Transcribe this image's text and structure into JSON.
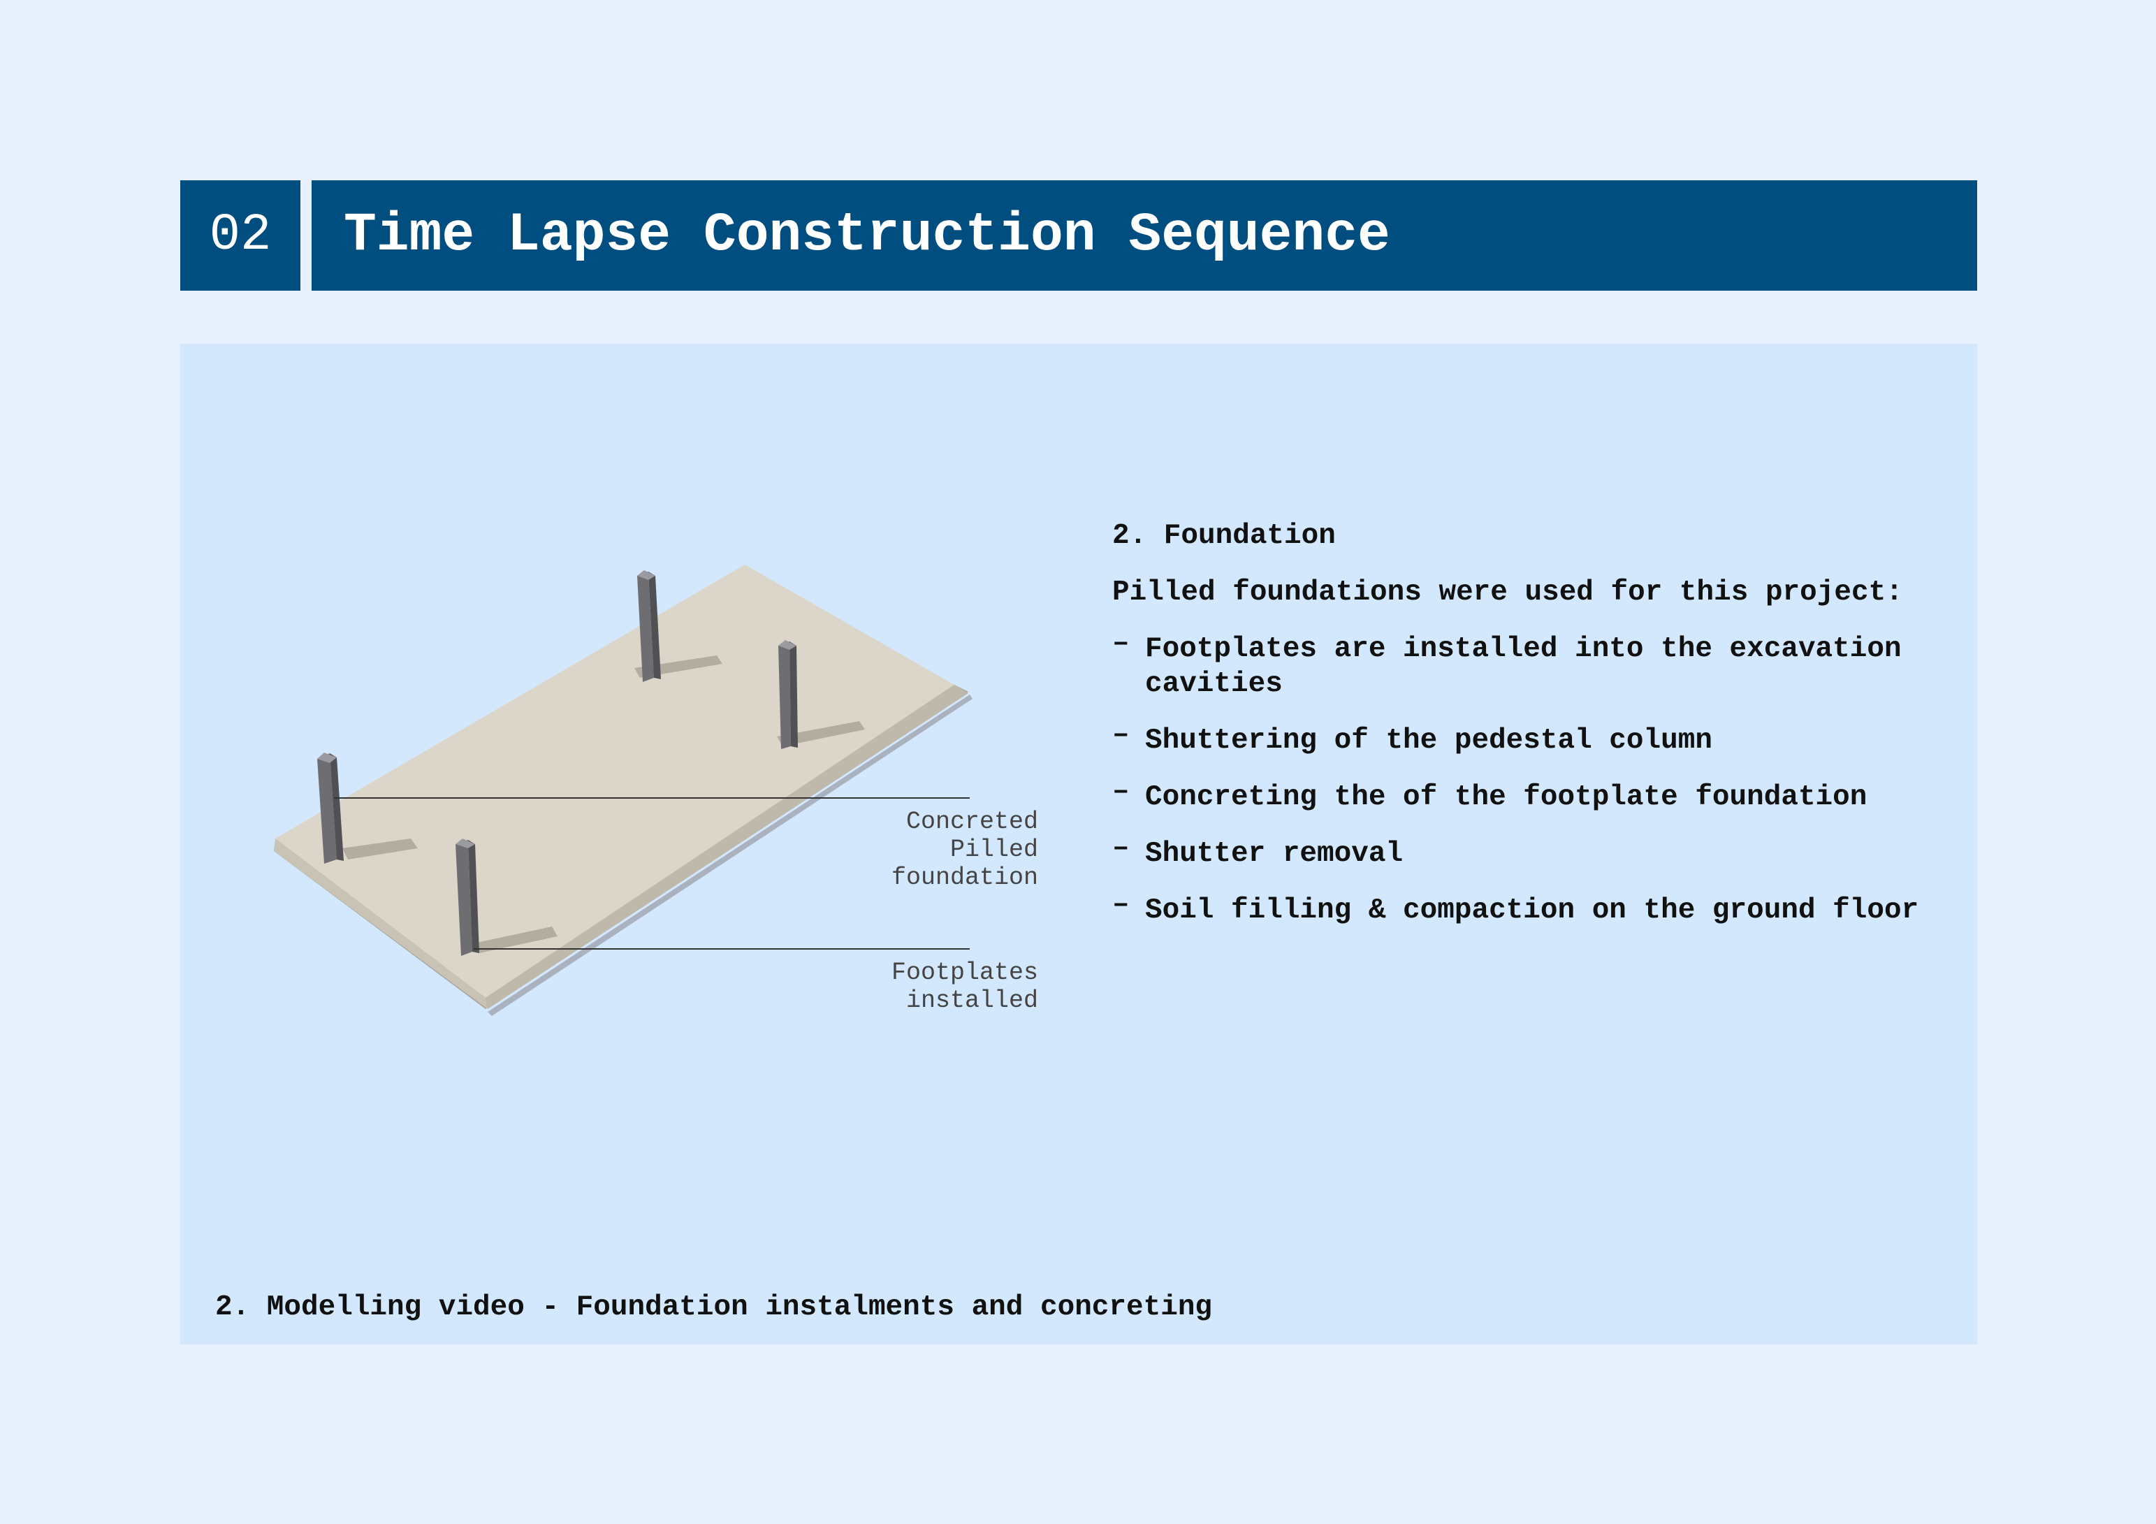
{
  "header": {
    "number": "02",
    "title": "Time Lapse Construction Sequence"
  },
  "content": {
    "heading": "2. Foundation",
    "intro": "Pilled foundations were used for this project:",
    "bullet_marker": "–",
    "bullets": [
      "Footplates are installed into the excavation cavities",
      "Shuttering of the pedestal column",
      "Concreting the of the footplate foundation",
      "Shutter removal",
      "Soil filling & compaction on the ground floor"
    ]
  },
  "illustration": {
    "callouts": [
      "Concreted\nPilled\nfoundation",
      "Footplates\ninstalled"
    ]
  },
  "caption": "2. Modelling video - Foundation instalments and concreting",
  "colors": {
    "page_background": "#e8f0fe",
    "header_background": "#004d80",
    "panel_background": "#d4e8fd",
    "slab": "#dcd6ca",
    "column": "#6e6e72"
  }
}
